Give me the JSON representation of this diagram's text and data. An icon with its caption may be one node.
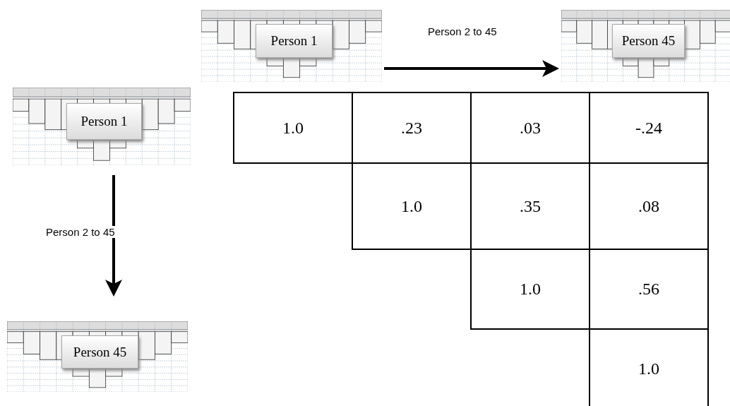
{
  "diagram": {
    "nodes": [
      {
        "text": [
          "Person 1"
        ]
      },
      {
        "text": [
          "Person 45"
        ]
      },
      {
        "text": [
          "Person 1"
        ]
      },
      {
        "text": [
          "Person 45"
        ]
      }
    ],
    "edges": [
      {
        "from": 0,
        "to": 1,
        "arrow": "to",
        "label": "Person 2 to 45"
      },
      {
        "from": 2,
        "to": 3,
        "arrow": "to",
        "label": "Person 2 to 45"
      }
    ],
    "labels": [
      "1.0",
      ".23",
      ".03",
      "-.24",
      "1.0",
      ".35",
      ".08",
      "1.0",
      ".56",
      "1.0"
    ]
  }
}
